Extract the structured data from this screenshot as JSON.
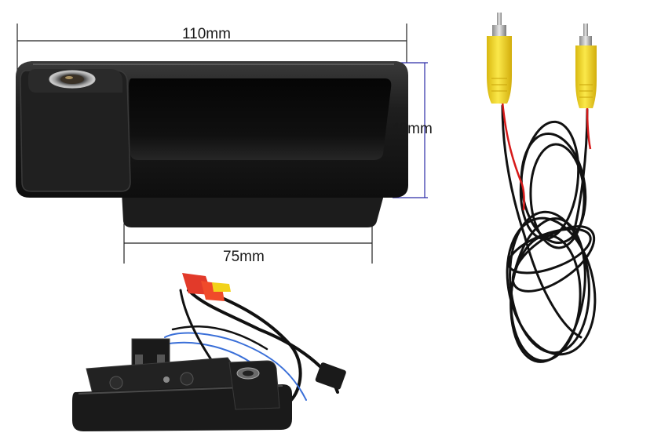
{
  "dimensions": {
    "overall_width": "110mm",
    "height": "40mm",
    "bottom_width": "75mm"
  },
  "colors": {
    "background": "#ffffff",
    "camera_body": "#1b1b1b",
    "connector_yellow": "#f2d21a",
    "wire_red": "#d61a1a",
    "cable_black": "#121212",
    "dimension_line_black": "#222222",
    "dimension_line_blue": "#2c2ca8",
    "wire_blue": "#3a6fd8"
  }
}
